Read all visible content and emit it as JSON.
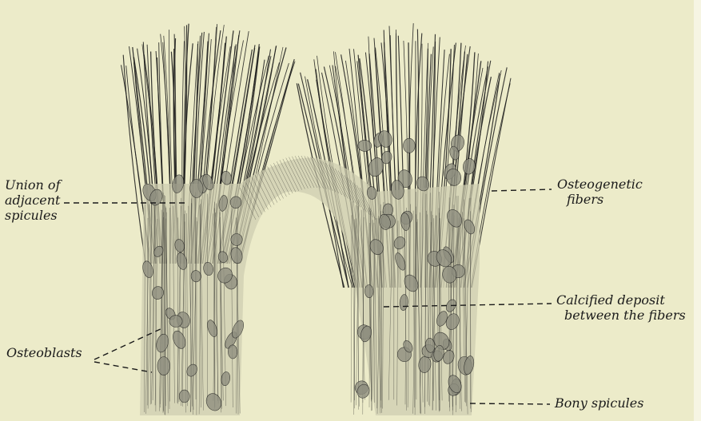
{
  "figure": {
    "labels": {
      "union": [
        "Union of",
        "adjacent",
        "spicules"
      ],
      "osteogenetic": [
        "Osteogenetic",
        "fibers"
      ],
      "calcified": [
        "Calcified deposit",
        "between the fibers"
      ],
      "osteoblasts": "Osteoblasts",
      "bony": "Bony spicules"
    }
  },
  "colors": {
    "background": "#ecebc9",
    "ink": "#1a1a1a",
    "cell_fill": "#8f8f80"
  }
}
